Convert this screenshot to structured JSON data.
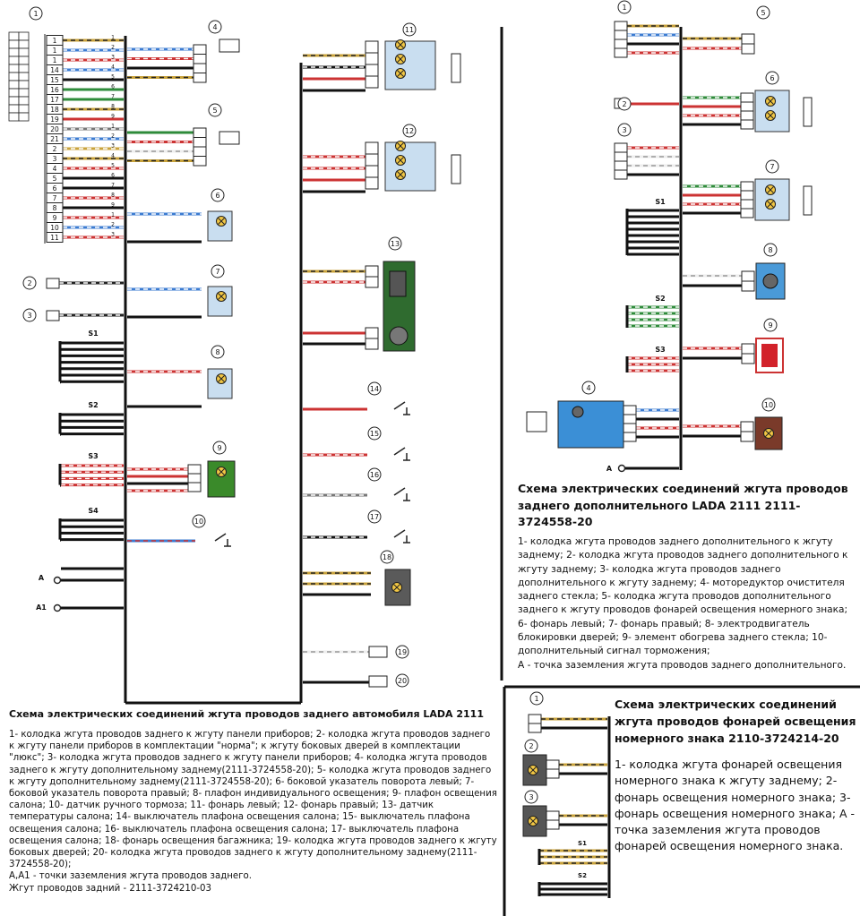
{
  "left_diagram": {
    "title": "Схема электрических соединений жгута проводов заднего автомобиля LADA 2111",
    "legend_text": "1- колодка жгута проводов заднего к жгуту панели приборов; 2- колодка жгута проводов заднего к жгуту панели приборов в комплектации \"норма\"; к жгуту боковых дверей в комплектации \"люкс\"; 3- колодка жгута проводов заднего к жгуту панели приборов; 4- колодка жгута проводов заднего к жгуту дополнительному заднему(2111-3724558-20); 5- колодка жгута проводов заднего к жгуту дополнительному заднему(2111-3724558-20); 6- боковой указатель поворота левый; 7- боковой указатель поворота правый; 8- плафон индивидуального освещения; 9- плафон освещения салона; 10- датчик ручного тормоза; 11- фонарь левый; 12- фонарь правый; 13- датчик температуры салона; 14- выключатель плафона освещения салона; 15- выключатель плафона освещения салона; 16- выключатель плафона освещения салона; 17- выключатель плафона освещения салона; 18- фонарь освещения багажника; 19- колодка жгута проводов заднего к жгуту боковых дверей; 20- колодка жгута проводов заднего к жгуту дополнительному заднему(2111-3724558-20);",
    "ground_note": "А,А1 - точки заземления жгута проводов заднего.",
    "harness_note": "Жгут проводов задний - 2111-3724210-03",
    "connector1_pins": [
      "1",
      "2",
      "3",
      "4",
      "5",
      "6",
      "7",
      "8",
      "9",
      "10",
      "11",
      "12",
      "13",
      "14",
      "15",
      "16",
      "17",
      "18",
      "19",
      "20",
      "21"
    ],
    "connector1_labels": [
      "1",
      "1",
      "1",
      "14",
      "15",
      "16",
      "17",
      "18",
      "19",
      "20",
      "21",
      "2",
      "3",
      "4",
      "5",
      "6",
      "7",
      "8",
      "9",
      "10",
      "11"
    ],
    "component_numbers": [
      "1",
      "2",
      "3",
      "4",
      "5",
      "6",
      "7",
      "8",
      "9",
      "10",
      "11",
      "12",
      "13",
      "14",
      "15",
      "16",
      "17",
      "18",
      "19",
      "20"
    ],
    "splice_labels": [
      "S1",
      "S2",
      "S3",
      "S4"
    ],
    "ground_labels": [
      "А",
      "А1"
    ]
  },
  "right_top_diagram": {
    "title": "Схема электрических соединений жгута проводов заднего дополнительного LADA 2111 2111-3724558-20",
    "legend_text": "1- колодка жгута проводов заднего дополнительного к жгуту заднему; 2- колодка жгута проводов заднего дополнительного к жгуту заднему; 3- колодка жгута проводов заднего дополнительного к жгуту заднему; 4- моторедуктор очистителя заднего стекла; 5- колодка жгута проводов дополнительного заднего к жгуту проводов фонарей освещения номерного знака; 6- фонарь левый; 7- фонарь правый; 8- электродвигатель блокировки дверей; 9- элемент обогрева заднего стекла; 10- дополнительный сигнал торможения;",
    "ground_note": "А - точка заземления жгута проводов заднего дополнительного.",
    "component_numbers": [
      "1",
      "2",
      "3",
      "4",
      "5",
      "6",
      "7",
      "8",
      "9",
      "10"
    ],
    "splice_labels": [
      "S1",
      "S2",
      "S3"
    ],
    "ground_labels": [
      "А"
    ]
  },
  "right_bottom_diagram": {
    "title": "Схема электрических соединений жгута проводов фонарей освещения номерного знака 2110-3724214-20",
    "legend_text": "1- колодка жгута фонарей освещения номерного знака к жгуту заднему; 2- фонарь освещения номерного знака; 3- фонарь освещения номерного знака; А - точка заземления жгута проводов фонарей освещения номерного знака.",
    "component_numbers": [
      "1",
      "2",
      "3"
    ],
    "splice_labels": [
      "S1",
      "S2"
    ]
  }
}
